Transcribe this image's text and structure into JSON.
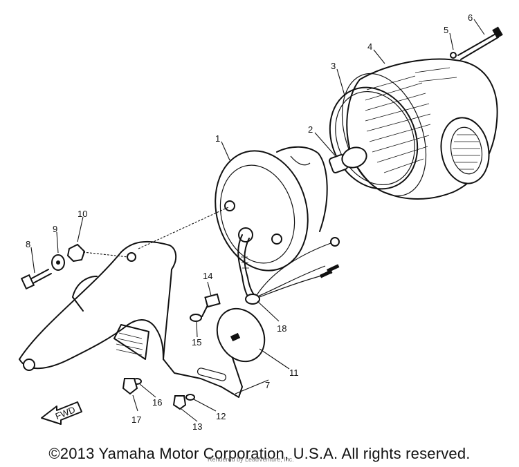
{
  "callouts": [
    "1",
    "2",
    "3",
    "4",
    "5",
    "6",
    "7",
    "8",
    "9",
    "10",
    "11",
    "12",
    "13",
    "14",
    "15",
    "16",
    "17",
    "18"
  ],
  "fwd_label": "FWD",
  "watermark": "Rendered by LeadVenture, Inc.",
  "copyright": "©2013 Yamaha Motor Corporation, U.S.A. All rights reserved."
}
